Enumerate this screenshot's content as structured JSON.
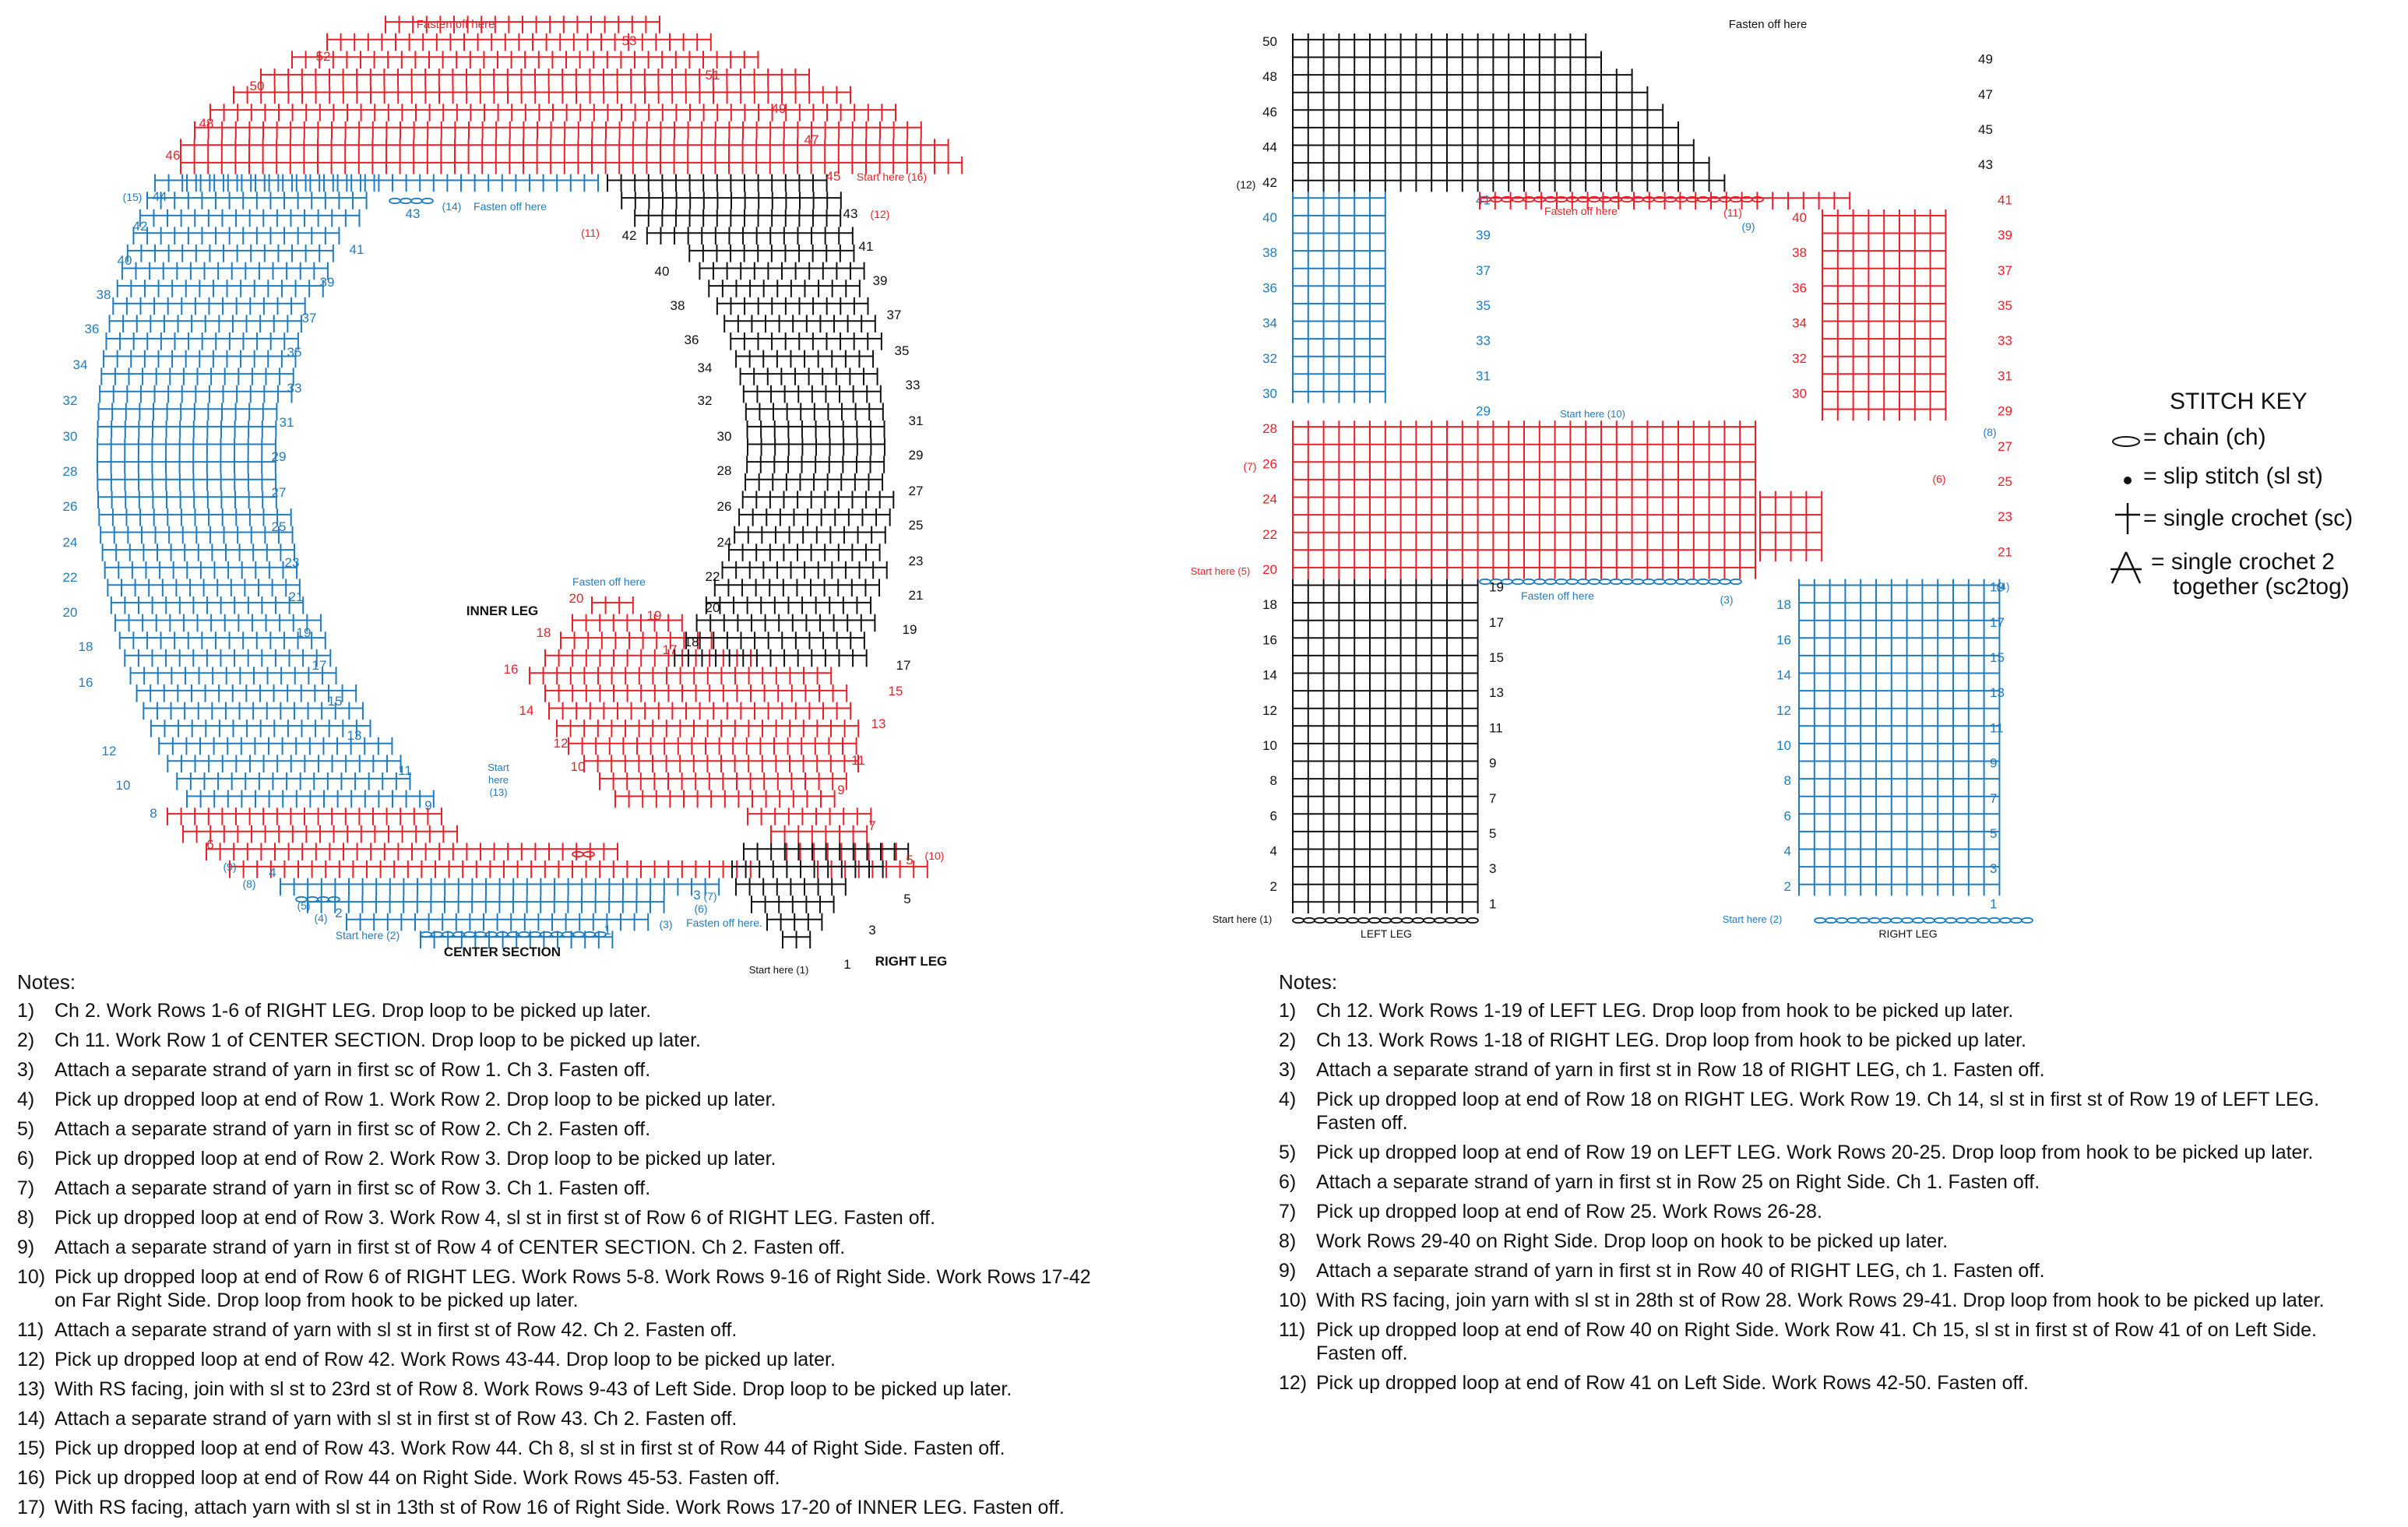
{
  "colors": {
    "red": "#e8202a",
    "blue": "#1f7cc0",
    "black": "#111111",
    "grid": "#111111"
  },
  "chart_q": {
    "rows": 53,
    "cols": 40,
    "title_labels": {
      "fasten_top": "Fasten off here",
      "fasten_center": "Fasten off here",
      "fasten_inner": "Fasten off here",
      "fasten_bottom": "Fasten off here.",
      "inner_leg": "INNER LEG",
      "center_section": "CENTER SECTION",
      "right_leg": "RIGHT LEG",
      "start_1": "Start here (1)",
      "start_2": "Start here (2)",
      "start_16": "Start here (16)",
      "start_13a": "Start",
      "start_13b": "here",
      "start_13c": "(13)"
    }
  },
  "chart_r": {
    "title_labels": {
      "fasten_top": "Fasten off here",
      "fasten_red": "Fasten off here",
      "fasten_blue": "Fasten off here",
      "start_1": "Start here (1)",
      "start_2": "Start here (2)",
      "start_5": "Start here (5)",
      "start_10": "Start here (10)",
      "left_leg": "LEFT LEG",
      "right_leg": "RIGHT LEG"
    }
  },
  "stitch_key": {
    "title": "STITCH KEY",
    "items": [
      {
        "symbol": "chain-icon",
        "label": "= chain (ch)"
      },
      {
        "symbol": "slip-stitch-icon",
        "label": "= slip stitch (sl st)"
      },
      {
        "symbol": "single-crochet-icon",
        "label": "= single crochet (sc)"
      },
      {
        "symbol": "sc2tog-icon",
        "label": "= single crochet 2",
        "label2": "together (sc2tog)"
      }
    ]
  },
  "notes_q": {
    "heading": "Notes:",
    "items": [
      {
        "n": "1)",
        "t": "Ch 2. Work Rows 1-6 of RIGHT LEG. Drop loop to be picked up later."
      },
      {
        "n": "2)",
        "t": "Ch 11. Work Row 1 of CENTER SECTION. Drop loop to be picked up later."
      },
      {
        "n": "3)",
        "t": "Attach a separate strand of yarn in first sc of Row 1. Ch 3. Fasten off."
      },
      {
        "n": "4)",
        "t": "Pick up dropped loop at end of Row 1. Work Row 2. Drop loop to be picked up later."
      },
      {
        "n": "5)",
        "t": "Attach a separate strand of yarn in first sc of Row 2. Ch 2. Fasten off."
      },
      {
        "n": "6)",
        "t": "Pick up dropped loop at end of Row 2. Work Row 3. Drop loop to be picked up later."
      },
      {
        "n": "7)",
        "t": "Attach a separate strand of yarn in first sc of Row 3. Ch 1. Fasten off."
      },
      {
        "n": "8)",
        "t": "Pick up dropped loop at end of Row 3. Work Row 4, sl st in first st of Row 6 of RIGHT LEG. Fasten off."
      },
      {
        "n": "9)",
        "t": "Attach a separate strand of yarn in first st of Row 4 of CENTER SECTION. Ch 2. Fasten off."
      },
      {
        "n": "10)",
        "t": "Pick up dropped loop at end of Row 6 of RIGHT LEG. Work Rows 5-8. Work Rows 9-16 of Right Side. Work Rows 17-42",
        "t2": "on Far Right Side. Drop loop from hook to be picked up later."
      },
      {
        "n": "11)",
        "t": "Attach a separate strand of yarn with sl st in first st of Row 42. Ch 2. Fasten off."
      },
      {
        "n": "12)",
        "t": "Pick up dropped loop at end of Row 42. Work Rows 43-44. Drop loop to be picked up later."
      },
      {
        "n": "13)",
        "t": "With RS facing, join with sl st to 23rd st of Row 8. Work Rows 9-43 of Left Side. Drop loop to be picked up later."
      },
      {
        "n": "14)",
        "t": "Attach a separate strand of yarn with sl st in first st of Row 43. Ch 2. Fasten off."
      },
      {
        "n": "15)",
        "t": "Pick up dropped loop at end of Row 43. Work Row 44. Ch 8, sl st in first st of Row 44 of Right Side. Fasten off."
      },
      {
        "n": "16)",
        "t": "Pick up dropped loop at end of Row 44 on Right Side. Work Rows 45-53. Fasten off."
      },
      {
        "n": "17)",
        "t": "With RS facing, attach yarn with sl st in 13th st of Row 16 of Right Side. Work Rows 17-20 of INNER LEG. Fasten off."
      }
    ]
  },
  "notes_r": {
    "heading": "Notes:",
    "items": [
      {
        "n": "1)",
        "t": "Ch 12. Work Rows 1-19 of LEFT LEG. Drop loop from hook to be picked up later."
      },
      {
        "n": "2)",
        "t": "Ch 13. Work Rows 1-18 of RIGHT LEG. Drop loop from hook to be picked up later."
      },
      {
        "n": "3)",
        "t": "Attach a separate strand of yarn in first st in Row 18 of RIGHT LEG, ch 1. Fasten off."
      },
      {
        "n": "4)",
        "t": "Pick up dropped loop at end of Row 18 on RIGHT LEG. Work Row 19. Ch 14, sl st in first st of Row 19 of LEFT LEG.",
        "t2": "Fasten off."
      },
      {
        "n": "5)",
        "t": "Pick up dropped loop at end of Row 19 on LEFT LEG. Work Rows 20-25. Drop loop from hook to be picked up later."
      },
      {
        "n": "6)",
        "t": "Attach a separate strand of yarn in first st in Row 25 on Right Side. Ch 1. Fasten off."
      },
      {
        "n": "7)",
        "t": "Pick up dropped loop at end of Row 25. Work Rows 26-28."
      },
      {
        "n": "8)",
        "t": "Work Rows 29-40 on Right Side. Drop loop on hook to be picked up later."
      },
      {
        "n": "9)",
        "t": "Attach a separate strand of yarn in first st in Row 40 of RIGHT LEG, ch 1. Fasten off."
      },
      {
        "n": "10)",
        "t": "With RS facing, join yarn with sl st in 28th st of Row 28. Work Rows 29-41. Drop loop from hook to be picked up later."
      },
      {
        "n": "11)",
        "t": "Pick up dropped loop at end of Row 40 on Right Side. Work Row 41. Ch 15, sl st in first st of Row 41 of on Left Side.",
        "t2": "Fasten off."
      },
      {
        "n": "12)",
        "t": "Pick up dropped loop at end of Row 41 on Left Side. Work Rows 42-50. Fasten off."
      }
    ]
  }
}
